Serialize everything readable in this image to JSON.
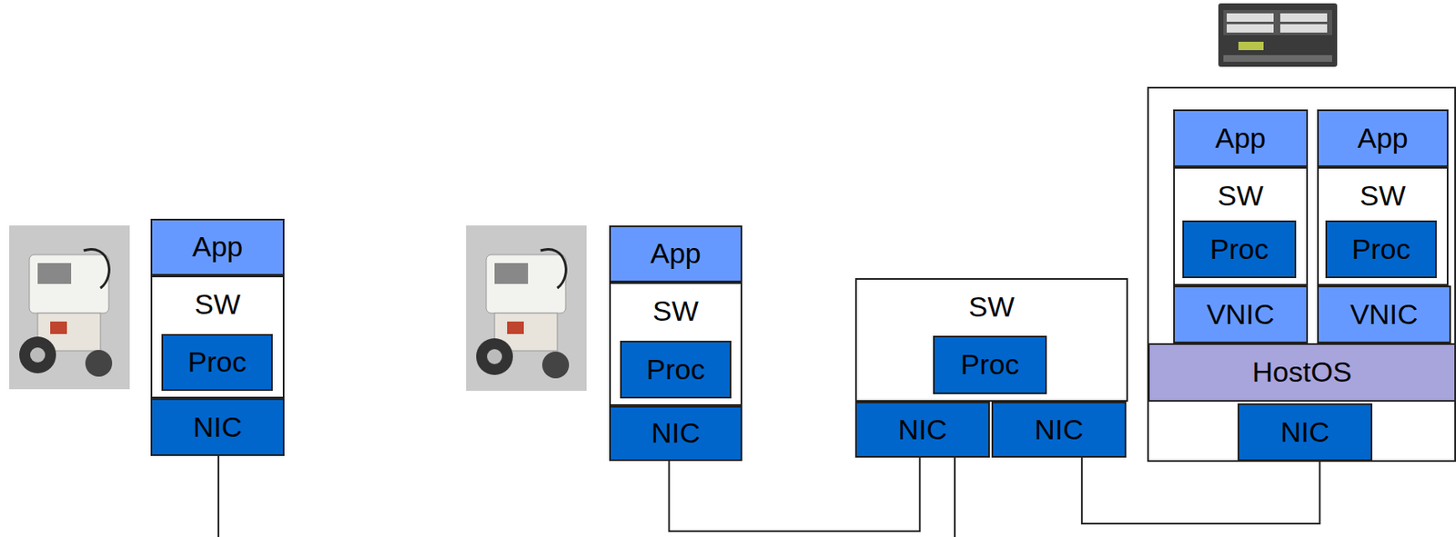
{
  "diagram": {
    "nodes": [
      {
        "text": [
          "App"
        ]
      },
      {
        "text": [
          "SW"
        ]
      },
      {
        "text": [
          "Proc"
        ],
        "in": 1
      },
      {
        "text": [
          "NIC"
        ]
      },
      {
        "text": [
          "App"
        ]
      },
      {
        "text": [
          "SW"
        ]
      },
      {
        "text": [
          "Proc"
        ],
        "in": 5
      },
      {
        "text": [
          "NIC"
        ]
      },
      {
        "text": [
          "SW"
        ]
      },
      {
        "text": [
          "Proc"
        ],
        "in": 8
      },
      {
        "text": [
          "NIC"
        ]
      },
      {
        "text": [
          "NIC"
        ]
      },
      {
        "text": [
          "App"
        ]
      },
      {
        "text": [
          "SW"
        ]
      },
      {
        "text": [
          "Proc"
        ],
        "in": 13
      },
      {
        "text": [
          "VNIC"
        ]
      },
      {
        "text": [
          "App"
        ]
      },
      {
        "text": [
          "SW"
        ]
      },
      {
        "text": [
          "Proc"
        ],
        "in": 17
      },
      {
        "text": [
          "VNIC"
        ]
      },
      {
        "text": [
          "HostOS"
        ]
      },
      {
        "text": [
          "NIC"
        ]
      }
    ],
    "edges": [
      {
        "from": 7,
        "to": 10,
        "arrow": "none"
      },
      {
        "from": 11,
        "to": 21,
        "arrow": "none"
      }
    ]
  }
}
